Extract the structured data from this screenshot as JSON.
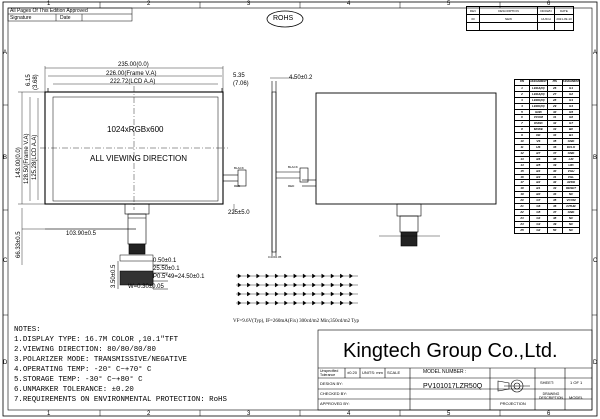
{
  "header": {
    "approval_text": "All Pages Of This Edition Approved",
    "signature_label": "Signature",
    "date_label": "Date",
    "rohs_label": "ROHS"
  },
  "grid": {
    "columns": [
      "1",
      "2",
      "3",
      "4",
      "5",
      "6"
    ],
    "rows": [
      "A",
      "B",
      "C",
      "D"
    ]
  },
  "revision_table": {
    "headers": [
      "REV",
      "DESCRIPTION",
      "DRAWN",
      "DATE"
    ],
    "row": [
      "00",
      "NEW",
      "HUICH",
      "2021-09-13"
    ]
  },
  "front_view": {
    "dim_outline": "235.00(0.0)",
    "dim_frame_va": "226.00(Frame V.A)",
    "dim_lcd_aa": "222.72(LCD A.A)",
    "dim_right_top": "5.35",
    "dim_right_top2": "(7.06)",
    "dim_left_top": "6.15",
    "dim_left_top2": "(3.68)",
    "dim_height_outline": "143.00(0.0)",
    "dim_height_frame": "128.50(Frame V.A)",
    "dim_height_lcd": "125.28(LCD A.A)",
    "resolution_label": "1024xRGBx600",
    "viewing_label": "ALL VIEWING DIRECTION",
    "dim_fpc_offset": "66.33±0.5",
    "dim_fpc_x": "103.90±0.5",
    "dim_cable": "225±5.0"
  },
  "side_view": {
    "thickness": "4.50±0.2",
    "black_label": "BLACK",
    "red_label": "RED",
    "bottom_label": "0.00±0.05"
  },
  "fpc_detail": {
    "dim_a": "0.50±0.1",
    "dim_b": "25.50±0.1",
    "dim_c": "P0.5*49=24.50±0.1",
    "dim_d": "W=0.30±0.05",
    "dim_e": "3.50±0.5"
  },
  "pin_table": {
    "headers": [
      "PIN",
      "ASSIGNMENT",
      "PIN",
      "ASSIGNMENT"
    ],
    "rows": [
      [
        "1",
        "LEDA(N)",
        "26",
        "G1"
      ],
      [
        "2",
        "LEDA(N)",
        "27",
        "G2"
      ],
      [
        "3",
        "LEDK(N)",
        "28",
        "G3"
      ],
      [
        "4",
        "LEDK(N)",
        "29",
        "G4"
      ],
      [
        "5",
        "GND",
        "30",
        "G5"
      ],
      [
        "6",
        "VCOM",
        "31",
        "G6"
      ],
      [
        "7",
        "DVDD",
        "32",
        "G7"
      ],
      [
        "8",
        "MODE",
        "33",
        "B0"
      ],
      [
        "9",
        "DE",
        "34",
        "B1"
      ],
      [
        "10",
        "VS",
        "35",
        "GND"
      ],
      [
        "11",
        "HS",
        "36",
        "DCLK"
      ],
      [
        "12",
        "B7",
        "37",
        "GND"
      ],
      [
        "13",
        "B6",
        "38",
        "L/R"
      ],
      [
        "14",
        "B5",
        "39",
        "U/D"
      ],
      [
        "15",
        "B4",
        "40",
        "VGH"
      ],
      [
        "16",
        "B3",
        "41",
        "VGL"
      ],
      [
        "17",
        "B2",
        "42",
        "AVDD"
      ],
      [
        "18",
        "B1",
        "43",
        "RESET"
      ],
      [
        "19",
        "B0",
        "44",
        "NC"
      ],
      [
        "20",
        "G7",
        "45",
        "VCOM"
      ],
      [
        "21",
        "G6",
        "46",
        "DITHB"
      ],
      [
        "22",
        "G5",
        "47",
        "GND"
      ],
      [
        "23",
        "G4",
        "48",
        "NC"
      ],
      [
        "24",
        "G3",
        "49",
        "NC"
      ],
      [
        "25",
        "G2",
        "50",
        "NC"
      ]
    ]
  },
  "backlight_note": "VF=9.6V(Typ), IF=260mA(Fix) 300cd/m2 Min;350cd/m2 Typ",
  "notes": {
    "title": "NOTES:",
    "items": [
      "1.DISPLAY TYPE: 16.7M COLOR ,10.1\"TFT",
      "2.VIEWING DIRECTION:  80/80/80/80",
      "3.POLARIZER MODE: TRANSMISSIVE/NEGATIVE",
      "4.OPERATING TEMP: -20° C~+70° C",
      "5.STORAGE TEMP: -30° C~+80° C",
      "6.UNMARKER TOLERANCE: ±0.20",
      "7.REQUIREMENTS ON ENVIRONMENTAL PROTECTION: RoHS"
    ]
  },
  "title_block": {
    "company": "Kingtech Group Co.,Ltd.",
    "unspecified_tolerance": "Unspecified Tolerance",
    "tolerance_value": "±0.20",
    "units_label": "UNITS: mm",
    "scale_label": "SCALE",
    "model_label": "MODEL NUMBER :",
    "model_value": "PV101017LZR50Q",
    "design_label": "DESIGN BY:",
    "checked_label": "CHECKED BY:",
    "approved_label": "APPROVED BY:",
    "projection_label": "PROJECTION",
    "sheet_label": "SHEET:",
    "sheet_value": "1 OF 1",
    "drawing_label": "DRAWING DESCRIPTION",
    "model_short": "MODEL"
  }
}
